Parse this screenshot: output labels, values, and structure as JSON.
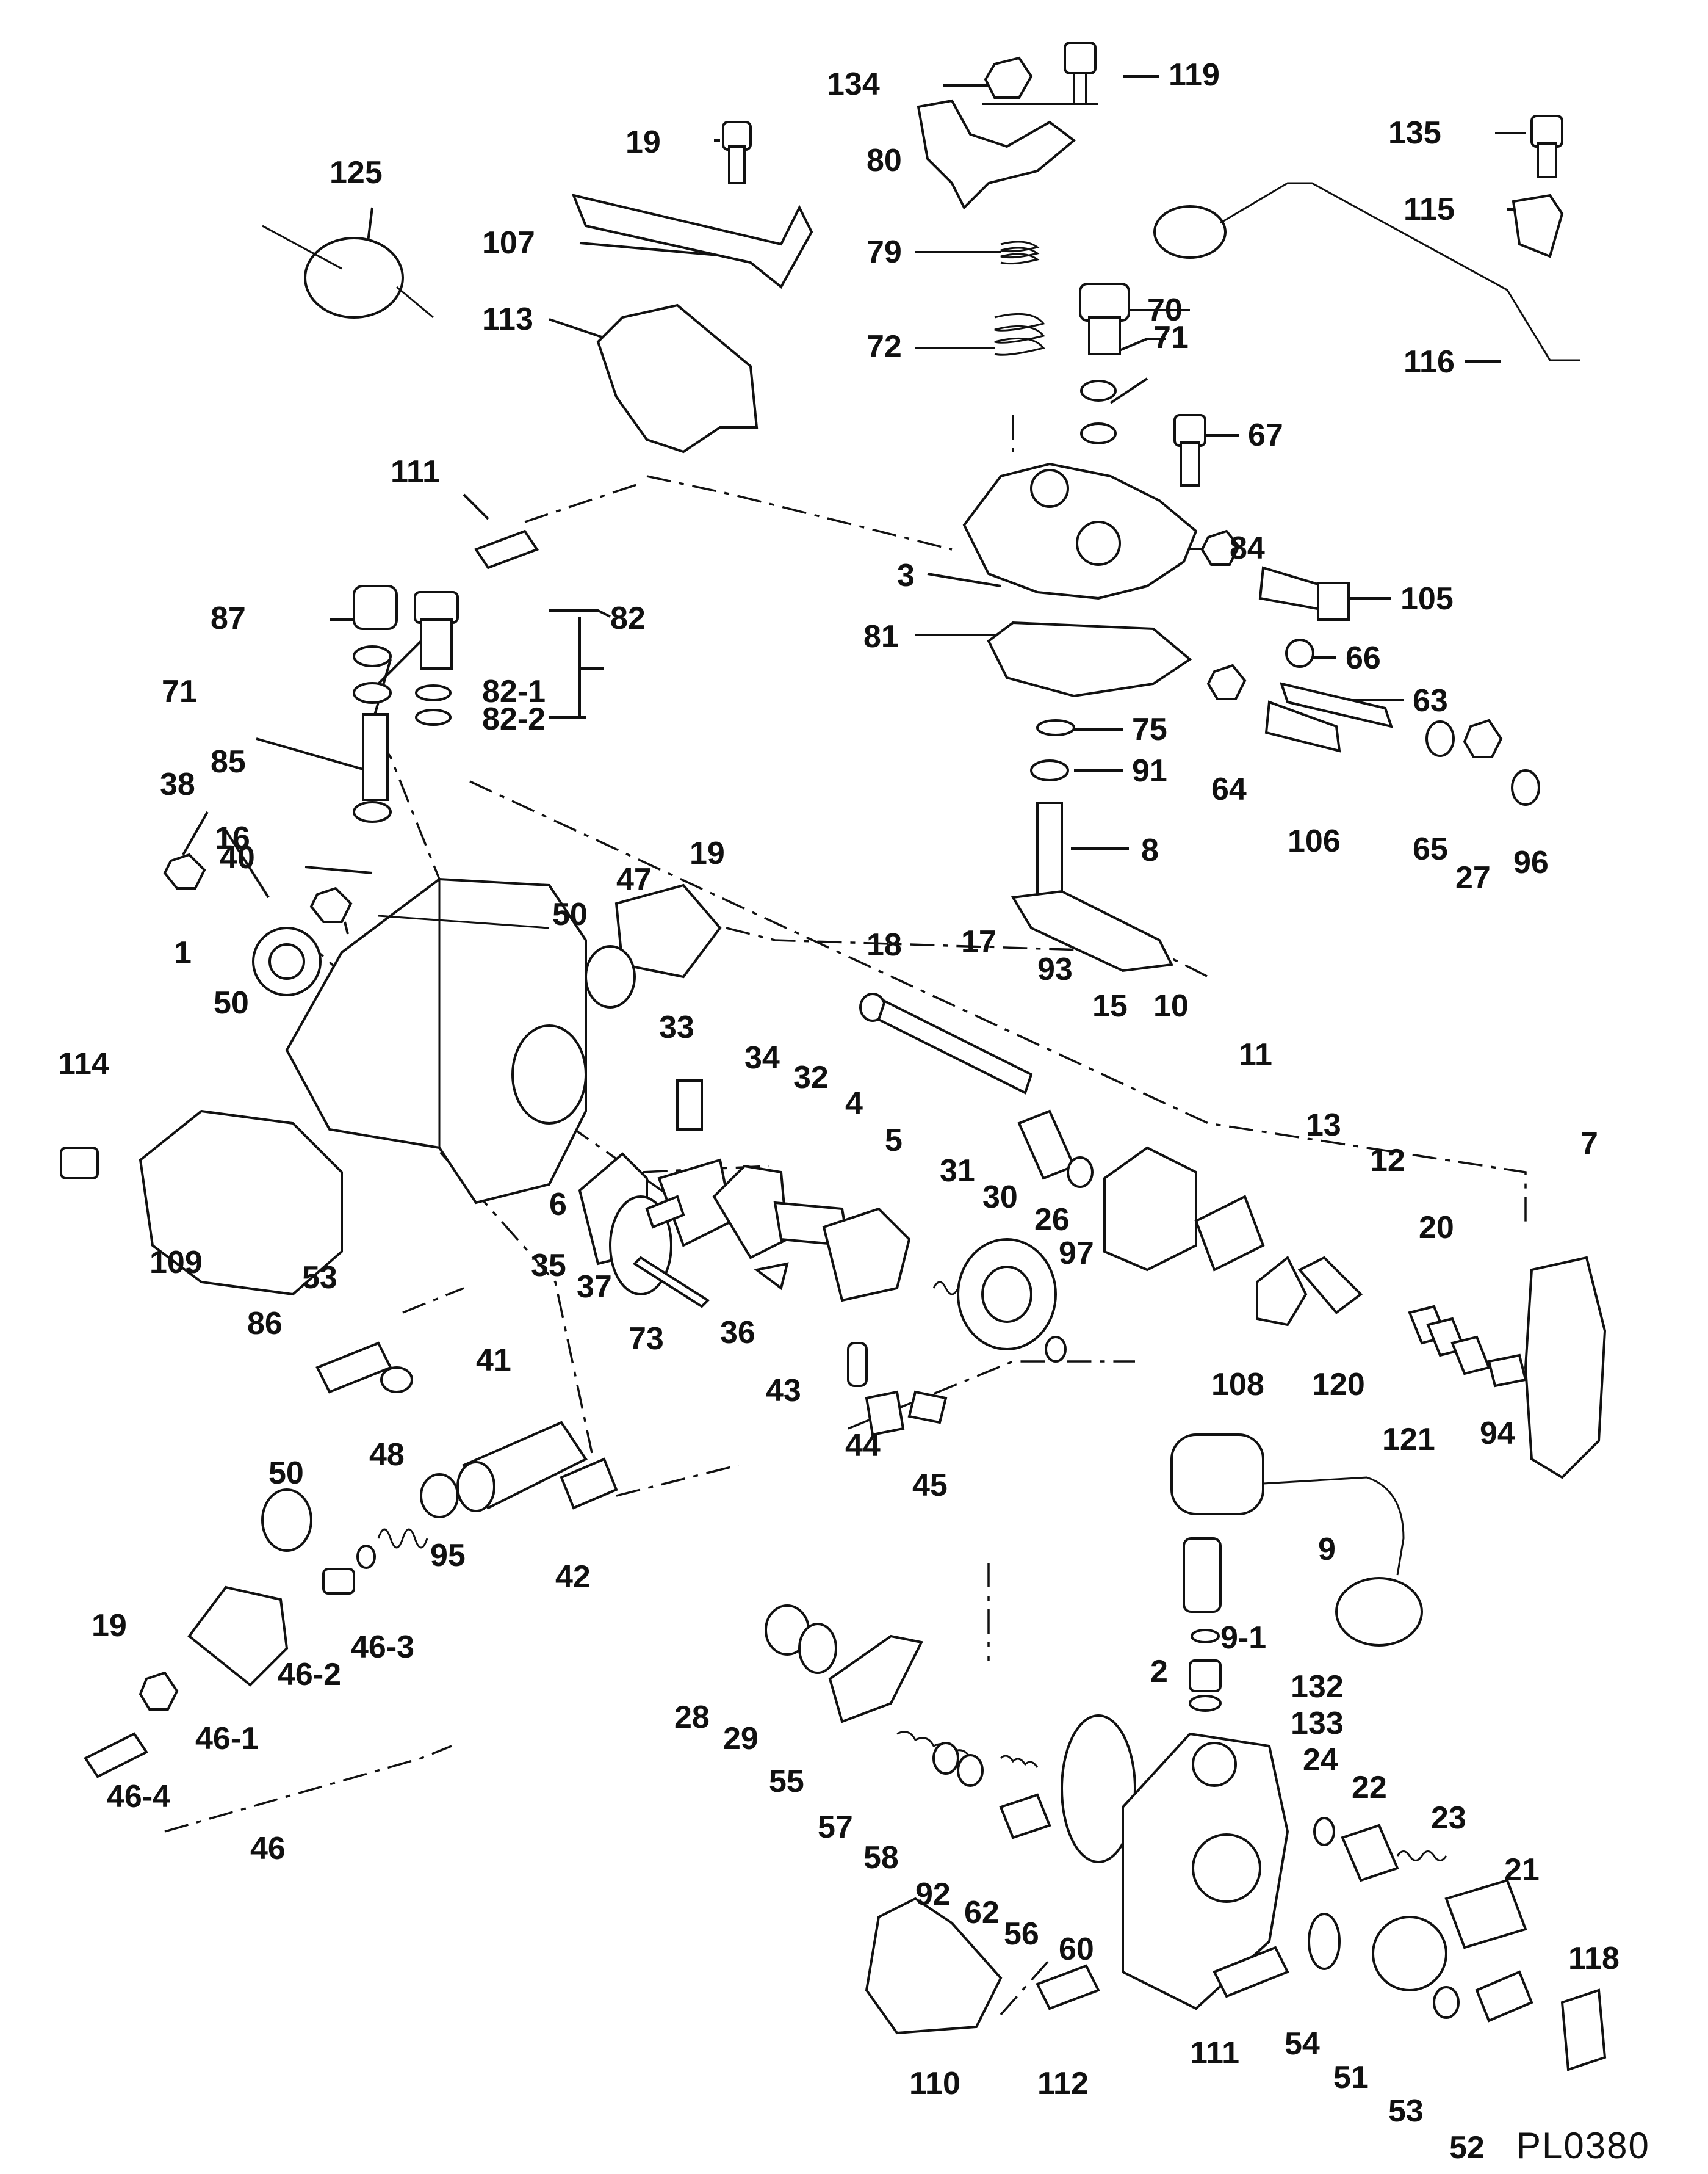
{
  "drawing_code": "PL0380",
  "labels": {
    "134": "134",
    "119": "119",
    "80": "80",
    "79": "79",
    "72": "72",
    "70": "70",
    "71a": "71",
    "67": "67",
    "84": "84",
    "105": "105",
    "3": "3",
    "81": "81",
    "66": "66",
    "63": "63",
    "75": "75",
    "91": "91",
    "64": "64",
    "106": "106",
    "65": "65",
    "27": "27",
    "96": "96",
    "8": "8",
    "135": "135",
    "115": "115",
    "116": "116",
    "19a": "19",
    "125": "125",
    "107": "107",
    "113": "113",
    "111a": "111",
    "87": "87",
    "82": "82",
    "82-1": "82-1",
    "82-2": "82-2",
    "71b": "71",
    "85": "85",
    "38": "38",
    "16": "16",
    "40": "40",
    "47": "47",
    "50a": "50",
    "19b": "19",
    "1": "1",
    "50b": "50",
    "114": "114",
    "109": "109",
    "18": "18",
    "17": "17",
    "93": "93",
    "15": "15",
    "10": "10",
    "11": "11",
    "13": "13",
    "12": "12",
    "7": "7",
    "33": "33",
    "34": "34",
    "32": "32",
    "4": "4",
    "5": "5",
    "31": "31",
    "30": "30",
    "26": "26",
    "97": "97",
    "6": "6",
    "35": "35",
    "37": "37",
    "73": "73",
    "36": "36",
    "20": "20",
    "120": "120",
    "121": "121",
    "94": "94",
    "86": "86",
    "53a": "53",
    "41": "41",
    "43": "43",
    "44": "44",
    "45": "45",
    "108": "108",
    "48": "48",
    "50c": "50",
    "95": "95",
    "42": "42",
    "9": "9",
    "9-1": "9-1",
    "19c": "19",
    "46-2": "46-2",
    "46-3": "46-3",
    "46-4": "46-4",
    "46-1": "46-1",
    "46": "46",
    "28": "28",
    "29": "29",
    "55": "55",
    "2": "2",
    "132": "132",
    "133": "133",
    "24": "24",
    "22": "22",
    "23": "23",
    "21": "21",
    "57": "57",
    "58": "58",
    "92": "92",
    "62": "62",
    "56": "56",
    "60": "60",
    "118": "118",
    "111b": "111",
    "54": "54",
    "51": "51",
    "53b": "53",
    "52": "52",
    "110": "110",
    "112": "112"
  }
}
